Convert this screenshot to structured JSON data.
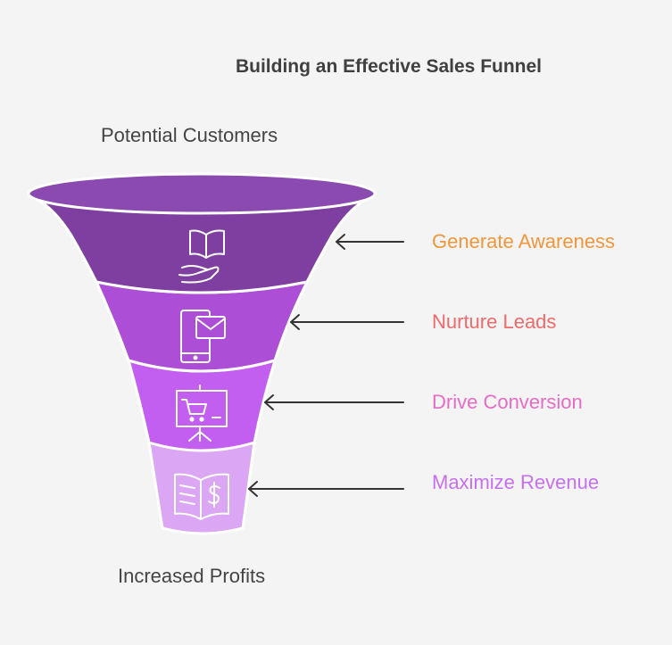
{
  "title": "Building an Effective Sales Funnel",
  "top_label": "Potential Customers",
  "bottom_label": "Increased Profits",
  "stages": [
    {
      "label": "Generate Awareness",
      "icon": "open-book-hand-icon",
      "fill": "#7e3fa0",
      "label_color": "#f0963c"
    },
    {
      "label": "Nurture Leads",
      "icon": "phone-mail-icon",
      "fill": "#ac4fd6",
      "label_color": "#ef6a6a"
    },
    {
      "label": "Drive Conversion",
      "icon": "cart-presentation-icon",
      "fill": "#c35ff0",
      "label_color": "#e86bc4"
    },
    {
      "label": "Maximize Revenue",
      "icon": "dollar-book-icon",
      "fill": "#dba6f3",
      "label_color": "#c670f0"
    }
  ],
  "funnel_rim_color": "#8a4ab0"
}
